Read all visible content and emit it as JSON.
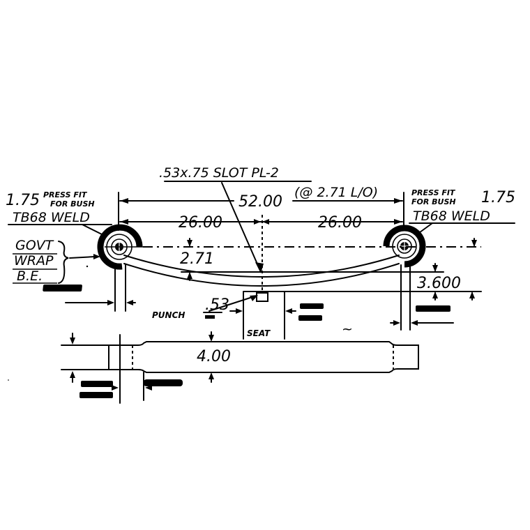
{
  "drawing": {
    "title": "Leaf spring drawing",
    "slot_note": ".53x.75 SLOT PL-2",
    "overall_length": "52.00",
    "overall_length_note": "(@ 2.71 L/O)",
    "half_length_left": "26.00",
    "half_length_right": "26.00",
    "camber": "2.71",
    "height_at_seat": "3.600",
    "width": "4.00",
    "left_eye": {
      "diameter": "1.75",
      "note_line1": "PRESS FIT",
      "note_line2": "FOR BUSH",
      "weld": "TB68 WELD"
    },
    "right_eye": {
      "diameter": "1.75",
      "note_line1": "PRESS FIT",
      "note_line2": "FOR BUSH",
      "weld": "TB68 WELD"
    },
    "wrap_note": {
      "line1": "GOVT",
      "line2": "WRAP",
      "line3": "B.E."
    },
    "punch_label": "PUNCH",
    "punch_value": ".53",
    "seat_label": "SEAT",
    "tilde_mark": "~"
  }
}
